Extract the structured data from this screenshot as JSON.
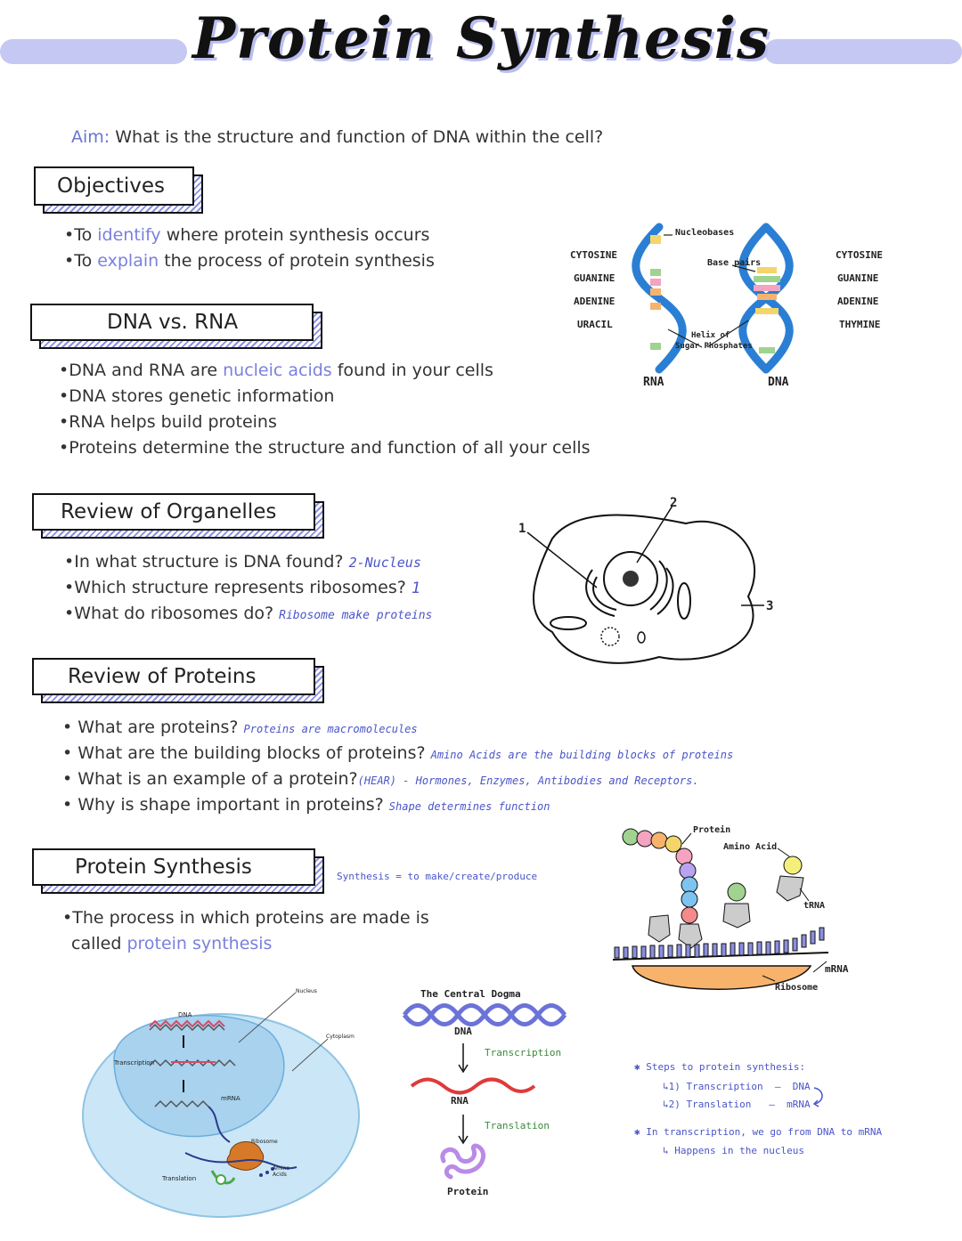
{
  "header": {
    "title": "Protein Synthesis"
  },
  "aim": {
    "label": "Aim:",
    "text": "What is the structure and function of DNA within the cell?"
  },
  "objectives": {
    "heading": "Objectives",
    "items": [
      {
        "pre": "To ",
        "hl": "identify",
        "post": " where protein synthesis occurs"
      },
      {
        "pre": "To ",
        "hl": "explain",
        "post": " the process of protein synthesis"
      }
    ]
  },
  "dna_rna": {
    "heading": "DNA vs. RNA",
    "items": [
      {
        "pre": "DNA and RNA are ",
        "hl": "nucleic acids",
        "post": " found in your cells"
      },
      {
        "pre": "DNA stores genetic information",
        "hl": "",
        "post": ""
      },
      {
        "pre": "RNA helps build proteins",
        "hl": "",
        "post": ""
      },
      {
        "pre": "Proteins determine the structure and function of all your cells",
        "hl": "",
        "post": ""
      }
    ],
    "diagram": {
      "rna_bases": [
        "CYTOSINE",
        "GUANINE",
        "ADENINE",
        "URACIL"
      ],
      "dna_bases": [
        "CYTOSINE",
        "GUANINE",
        "ADENINE",
        "THYMINE"
      ],
      "labels": {
        "nucleobases": "Nucleobases",
        "base_pairs": "Base pairs",
        "helix": "Helix of",
        "sugar": "Sugar Phosphates"
      },
      "rna": "RNA",
      "dna": "DNA"
    }
  },
  "organelles": {
    "heading": "Review of Organelles",
    "items": [
      {
        "q": "In what structure is DNA found?",
        "a": "2-Nucleus"
      },
      {
        "q": "Which structure represents ribosomes?",
        "a": "1"
      },
      {
        "q": "What do ribosomes do?",
        "a": "Ribosome make proteins"
      }
    ],
    "cell_labels": [
      "1",
      "2",
      "3"
    ]
  },
  "proteins": {
    "heading": "Review of Proteins",
    "items": [
      {
        "q": "What are proteins?",
        "a": "Proteins are macromolecules"
      },
      {
        "q": "What are the building blocks of proteins?",
        "a": "Amino Acids are the building blocks of proteins"
      },
      {
        "q": "What is an example of a protein?",
        "a": "(HEAR) - Hormones, Enzymes, Antibodies and Receptors."
      },
      {
        "q": "Why is shape important in proteins?",
        "a": "Shape determines function"
      }
    ]
  },
  "synthesis": {
    "heading": "Protein Synthesis",
    "definition": "Synthesis = to make/create/produce",
    "line1": "The process in which proteins are made is",
    "line2_pre": "called ",
    "line2_hl": "protein synthesis",
    "ribosome_labels": {
      "protein": "Protein",
      "amino": "Amino Acid",
      "trna": "tRNA",
      "mrna": "mRNA",
      "ribosome": "Ribosome"
    }
  },
  "cell_diagram": {
    "labels": {
      "nucleus": "Nucleus",
      "cytoplasm": "Cytoplasm",
      "dna": "DNA",
      "transcription": "Transcription",
      "mrna": "mRNA",
      "ribosome": "Ribosome",
      "amino": "Amino Acids",
      "translation": "Translation"
    }
  },
  "dogma": {
    "title": "The Central Dogma",
    "dna": "DNA",
    "transcription": "Transcription",
    "rna": "RNA",
    "translation": "Translation",
    "protein": "Protein"
  },
  "steps": {
    "title": "Steps to protein synthesis:",
    "step1": "1) Transcription",
    "step1_r": "DNA",
    "step2": "2) Translation",
    "step2_r": "mRNA",
    "note": "In transcription, we go from DNA to mRNA",
    "note_sub": "Happens in the nucleus"
  },
  "colors": {
    "accent": "#7a80de",
    "bar": "#c5c8f2",
    "answer": "#4a55c8",
    "helix": "#2a7fd4"
  }
}
